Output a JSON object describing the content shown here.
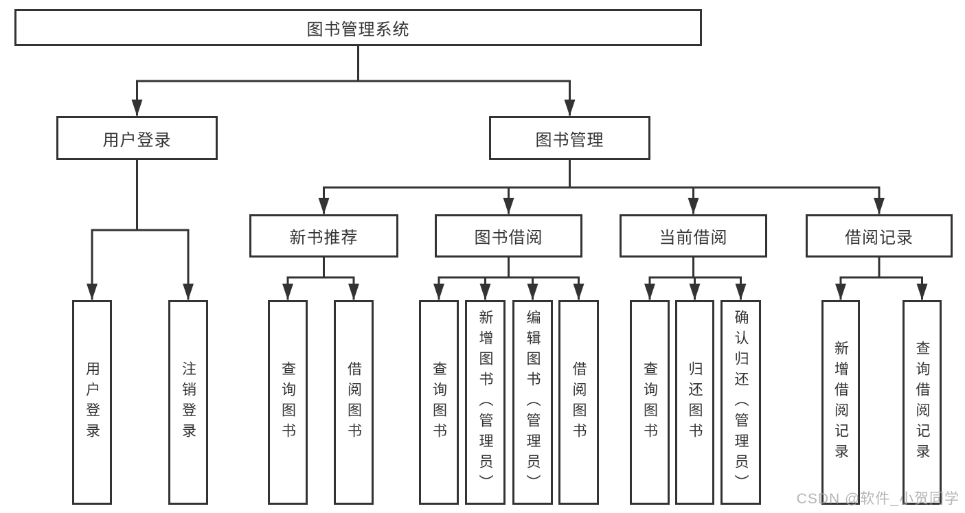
{
  "diagram": {
    "root": {
      "label": "图书管理系统"
    },
    "branches": [
      {
        "label": "用户登录",
        "leaves": [
          "用户登录",
          "注销登录"
        ]
      },
      {
        "label": "图书管理",
        "groups": [
          {
            "label": "新书推荐",
            "leaves": [
              "查询图书",
              "借阅图书"
            ]
          },
          {
            "label": "图书借阅",
            "leaves": [
              "查询图书",
              "新增图书（管理员）",
              "编辑图书（管理员）",
              "借阅图书"
            ]
          },
          {
            "label": "当前借阅",
            "leaves": [
              "查询图书",
              "归还图书",
              "确认归还（管理员）"
            ]
          },
          {
            "label": "借阅记录",
            "leaves": [
              "新增借阅记录",
              "查询借阅记录"
            ]
          }
        ]
      }
    ]
  },
  "watermark": {
    "text": "CSDN @软件_小贺同学"
  },
  "colors": {
    "line": "#333333",
    "box_border": "#333333",
    "text": "#333333",
    "background": "#ffffff",
    "watermark": "#a8a8a8"
  }
}
